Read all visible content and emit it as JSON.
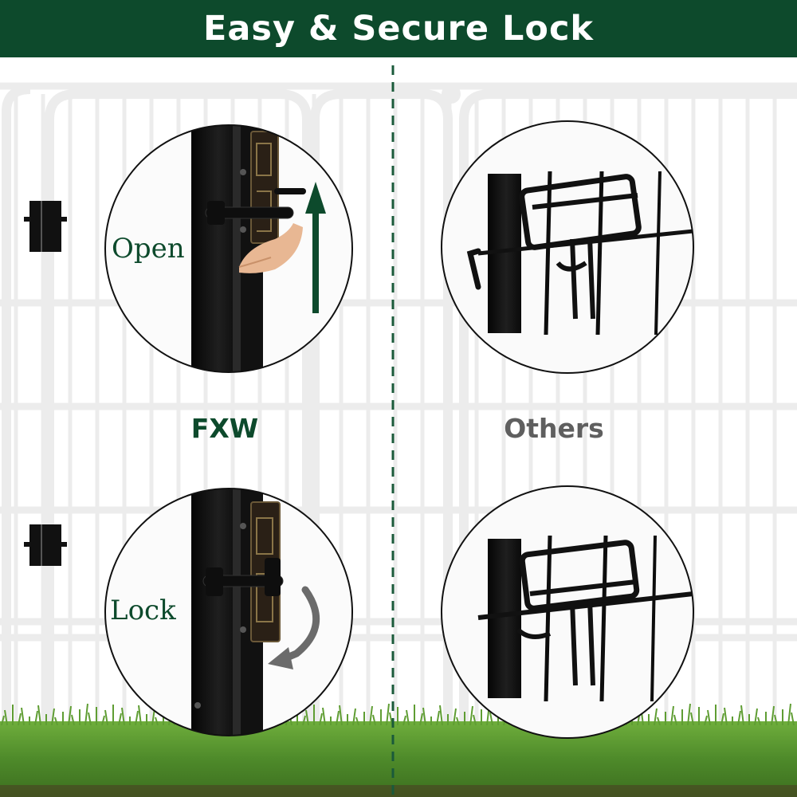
{
  "banner": {
    "title": "Easy & Secure Lock"
  },
  "comparison": {
    "brand_label": "FXW",
    "competitor_label": "Others",
    "fxw_states": [
      {
        "label": "Open",
        "motion": "arrow-up-icon"
      },
      {
        "label": "Lock",
        "motion": "curved-arrow-icon"
      }
    ]
  },
  "colors": {
    "brand_green": "#0d4a2c",
    "label_gray": "#5f5f5f",
    "fence_white": "#f2f2f2",
    "latch_black": "#141414",
    "grass_green": "#4e8a2a"
  }
}
